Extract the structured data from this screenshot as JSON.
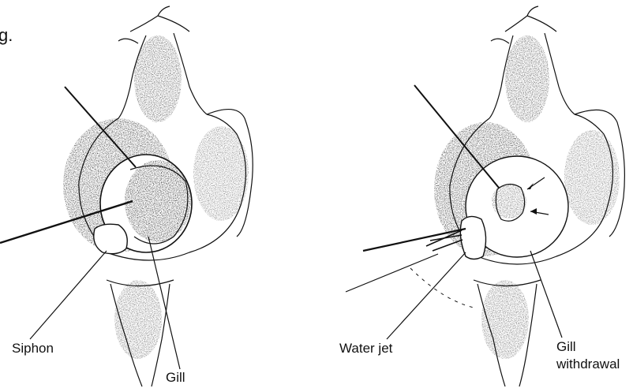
{
  "labels": {
    "corner_fragment": "g.",
    "siphon": "Siphon",
    "gill_left": "Gill",
    "water_jet": "Water jet",
    "gill_right": "Gill",
    "withdrawal": "withdrawal"
  },
  "colors": {
    "ink": "#111111",
    "stipple": "#333333",
    "background": "#ffffff"
  }
}
